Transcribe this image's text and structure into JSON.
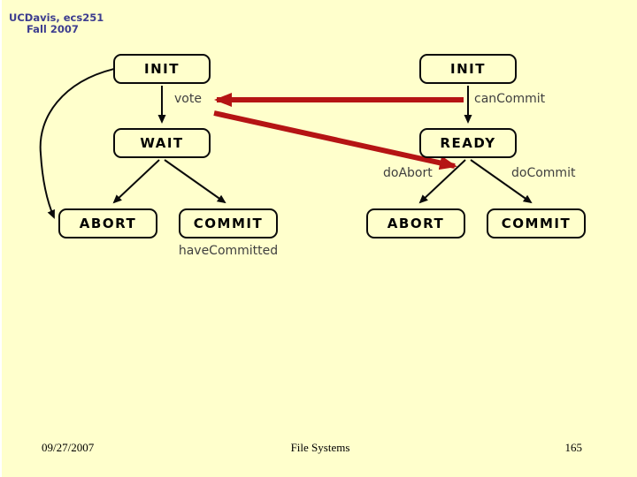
{
  "slide": {
    "header": {
      "line1": "UCDavis, ecs251",
      "line2": "Fall 2007"
    },
    "footer": {
      "date": "09/27/2007",
      "title": "File Systems",
      "page_number": "165"
    }
  },
  "diagram": {
    "type": "state-diagram",
    "left_machine": {
      "states": {
        "init": "INIT",
        "wait": "WAIT",
        "abort": "ABORT",
        "commit": "COMMIT"
      },
      "transition_labels": {
        "vote": "vote",
        "have_committed": "haveCommitted"
      },
      "extra_edges": [
        "curved arrow from INIT left edge down to ABORT"
      ]
    },
    "right_machine": {
      "states": {
        "init": "INIT",
        "ready": "READY",
        "abort": "ABORT",
        "commit": "COMMIT"
      },
      "transition_labels": {
        "can_commit": "canCommit",
        "do_abort": "doAbort",
        "do_commit": "doCommit"
      }
    },
    "red_arrows": [
      {
        "from": "right machine canCommit transition",
        "to": "left vote label"
      },
      {
        "from": "left vote area",
        "to": "right READY branch point"
      }
    ]
  },
  "colors": {
    "background": "#FFFFCC",
    "header_text": "#3D3D8F",
    "box_border": "#000000",
    "box_text": "#000000",
    "transition_text": "#3F3F3F",
    "red_arrow": "#B51414",
    "footer_text": "#000000"
  }
}
